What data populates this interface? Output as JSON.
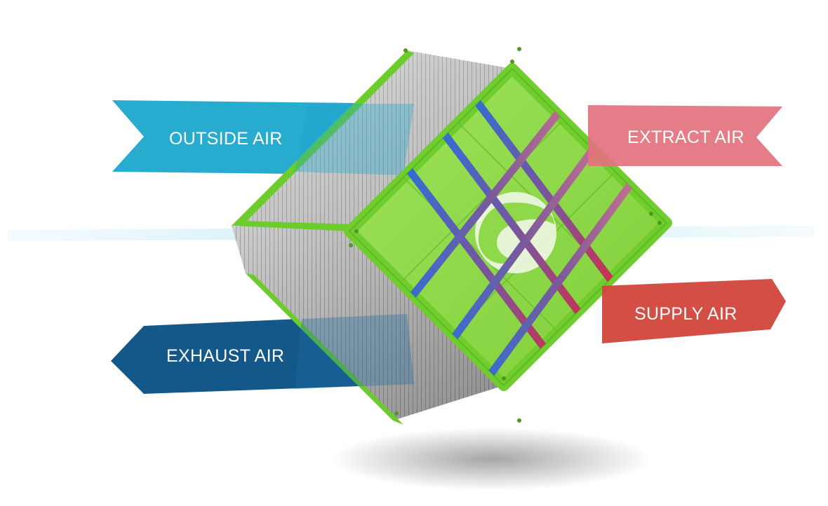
{
  "labels": {
    "outside_air": "OUTSIDE AIR",
    "extract_air": "EXTRACT AIR",
    "exhaust_air": "EXHAUST AIR",
    "supply_air": "SUPPLY AIR"
  },
  "colors": {
    "outside_air": "#1aa3c8",
    "extract_air": "#e0707c",
    "exhaust_air": "#14588a",
    "supply_air": "#d1453a",
    "cube_front": "#8fd84a",
    "cube_frame": "#6ccc2c",
    "cold_stripe": "#2f6fd6",
    "hot_stripe": "#e0283c",
    "plane": "#b9e3f3"
  },
  "icons": {
    "logo": "leaf-swirl-logo"
  }
}
